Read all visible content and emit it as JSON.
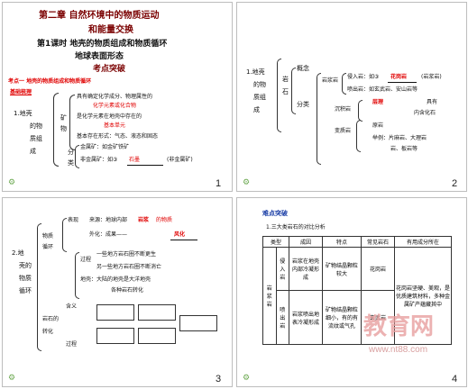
{
  "slide1": {
    "title_line1": "第二章  自然环境中的物质运动",
    "title_line2": "和能量交换",
    "title_line3": "第1课时   地壳的物质组成和物质循环",
    "title_line4": "地球表面形态",
    "title_line5": "考点突破",
    "section": "考点一   地壳的物质组成和物质循环",
    "subsection": "基础梳理",
    "node1": "1.地壳",
    "node2": "的物",
    "node3": "质组",
    "node4": "成",
    "mid1": "矿",
    "mid2": "物",
    "row1": "具有确定化学成分、物理属性的",
    "row1b": "化学元素或化合物",
    "row2": "是化学元素在地壳中存在的",
    "row2b": "基本单元",
    "row3": "基本存在形式：气态、液态和固态",
    "mid3": "分",
    "mid4": "类",
    "row4": "金属矿：如金矿铁矿",
    "row5": "非金属矿：如③",
    "row5b": "石墨",
    "row5c": "(非金属矿)",
    "page_no": "1",
    "logo": "⚙"
  },
  "slide2": {
    "node1": "1.地壳",
    "node2": "的物",
    "node3": "质组",
    "node4": "成",
    "rock": "岩",
    "stone": "石",
    "concept": "概念",
    "classify": "分类",
    "igneous": "岩浆岩",
    "ig1": "侵入岩：如③",
    "ig1b": "花岗岩",
    "ig1c": "(岩浆岩)",
    "ig2": "喷出岩：如玄武岩、安山岩等",
    "sed": "沉积岩",
    "sed1": "层理",
    "sed1b": "具有",
    "sed2": "化石",
    "sed2b": "内含化石",
    "meta": "变质岩",
    "meta1": "原岩",
    "meta2": "举例：片麻岩、大理岩",
    "meta3": "岩、板岩等",
    "page_no": "2",
    "logo": "⚙"
  },
  "slide3": {
    "node1": "2.地",
    "node2": "壳的",
    "node3": "物质",
    "node4": "循环",
    "a": "物质",
    "b": "循环",
    "c": "岩石的",
    "d": "转化",
    "row1": "来源：地球内部",
    "row1b": "岩浆",
    "row1c": "的物质",
    "row2": "外化：成果——",
    "row2b": "风化",
    "row3": "一些地方岩石圈不断更生",
    "row4": "另一些地方岩石圈不断消亡",
    "row5": "地壳：大陆的地壳是大洋地壳",
    "row5b": "形成",
    "row6": "各种岩石转化",
    "label_a": "表现",
    "label_b": "过程",
    "label_c": "含义",
    "label_d": "过程",
    "page_no": "3",
    "logo": "⚙"
  },
  "slide4": {
    "header": "难点突破",
    "subtitle": "1.三大类岩石的对比分析",
    "col1": "类型",
    "col2": "成因",
    "col3": "特点",
    "col4": "常见岩石",
    "col5": "有用成分所在",
    "rowgroup": "岩浆岩",
    "r1c1": "侵入岩",
    "r1c2": "岩浆在地壳内部冷凝形成",
    "r1c3": "矿物结晶颗粒较大",
    "r1c4": "花岗岩",
    "r1c5": "花岗岩坚硬、美观，是优质建筑材料，多种金属矿产蕴藏其中",
    "r2c1": "喷出岩",
    "r2c2": "岩浆喷出地表冷凝形成",
    "r2c3": "矿物结晶颗粒细小，有的有流纹或气孔",
    "r2c4": "玄武岩",
    "watermark1": "教育网",
    "watermark2": "www.nt88.com",
    "page_no": "4",
    "logo": "⚙"
  }
}
